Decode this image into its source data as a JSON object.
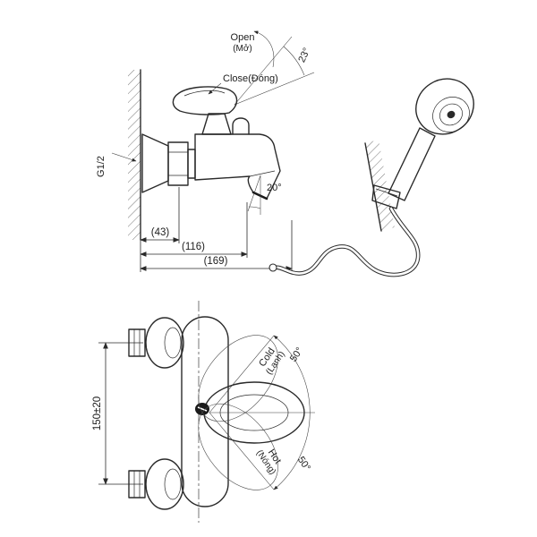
{
  "drawing": {
    "background": "#ffffff",
    "line_color": "#2a2a2a"
  },
  "top_view": {
    "open_label": "Open",
    "open_sub": "(Mở)",
    "close_label": "Close(Đóng)",
    "handle_angle": "23°",
    "thread_label": "G1/2",
    "spout_angle": "20°",
    "dims": {
      "d1": "(43)",
      "d2": "(116)",
      "d3": "(169)"
    }
  },
  "front_view": {
    "height_dim": "150±20",
    "cold_label": "Cold",
    "cold_sub": "(Lạnh)",
    "cold_angle": "50°",
    "hot_label": "Hot",
    "hot_sub": "(Nóng)",
    "hot_angle": "50°"
  }
}
